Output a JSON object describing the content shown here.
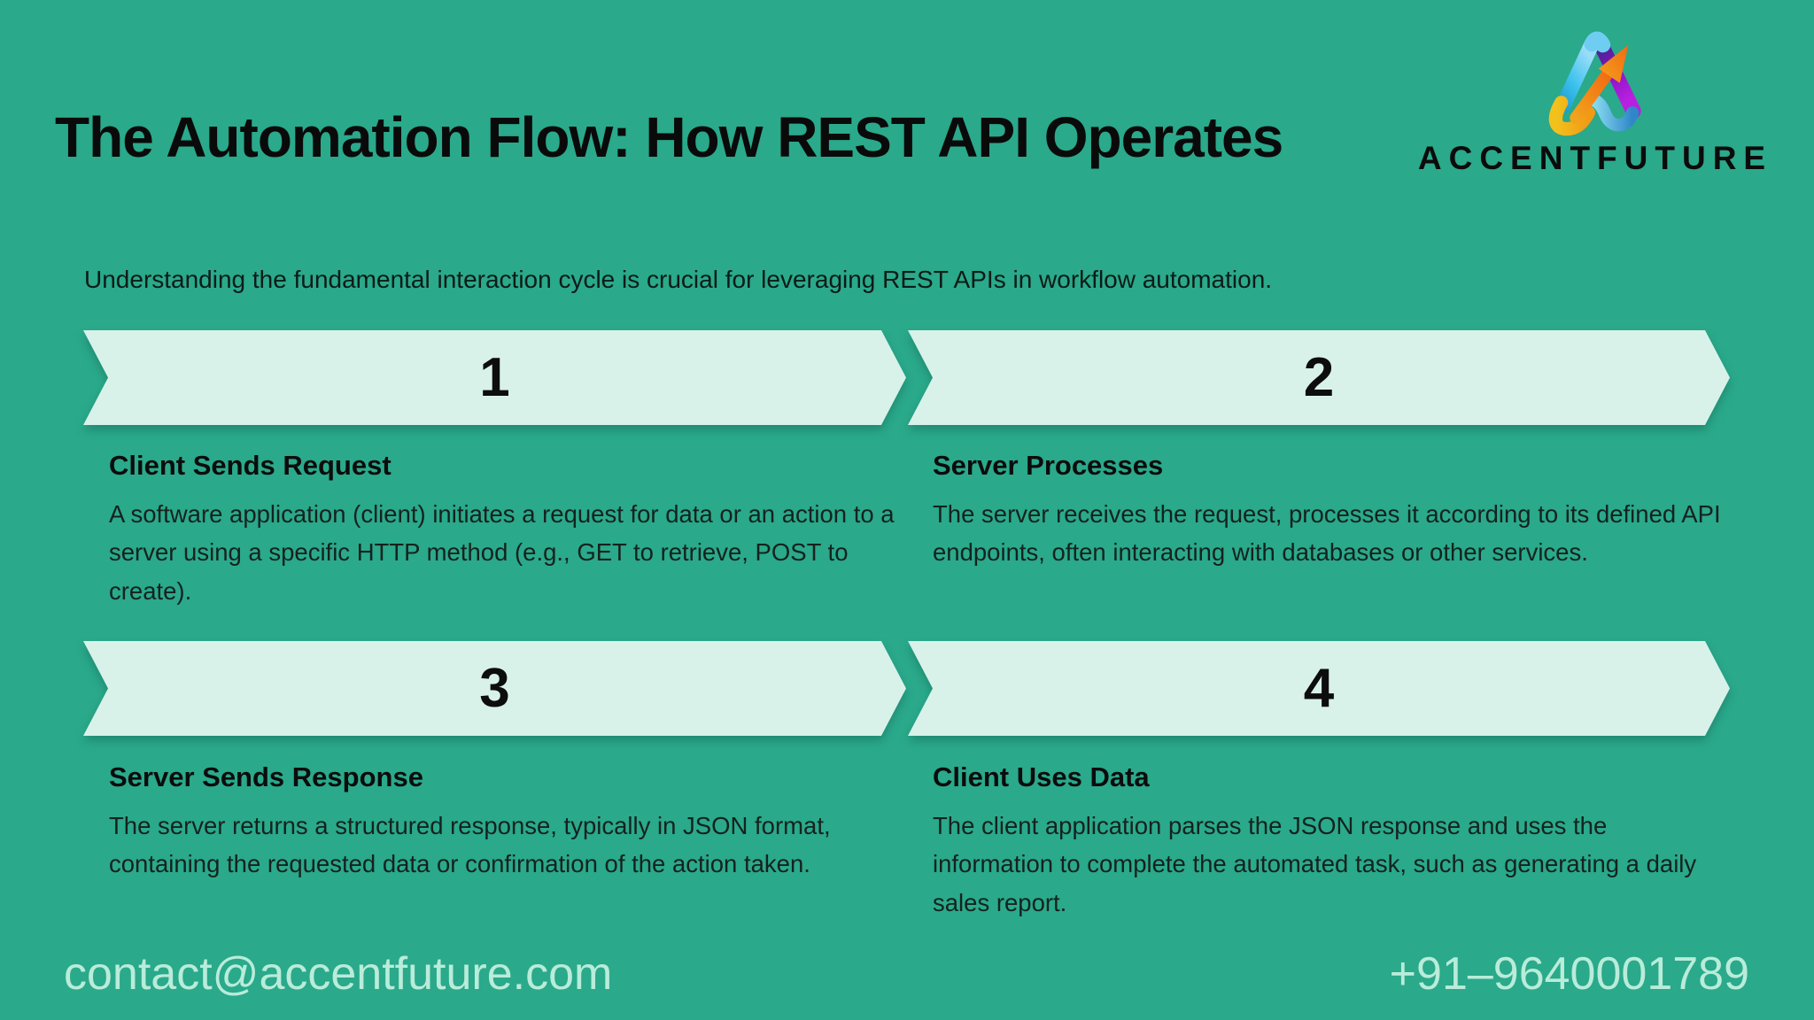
{
  "page": {
    "title": "The Automation Flow: How REST API Operates",
    "subtitle": "Understanding the fundamental interaction cycle is crucial for leveraging REST APIs in workflow automation."
  },
  "logo": {
    "brand": "ACCENTFUTURE",
    "icon": "accentfuture-a-arrow-logo"
  },
  "steps": [
    {
      "number": "1",
      "title": "Client Sends Request",
      "description": "A software application (client) initiates a request for data or an action to a server using a specific HTTP method (e.g., GET to retrieve, POST to create)."
    },
    {
      "number": "2",
      "title": "Server Processes",
      "description": "The server receives the request, processes it according to its defined API endpoints, often interacting with databases or other services."
    },
    {
      "number": "3",
      "title": "Server Sends Response",
      "description": "The server returns a structured response, typically in JSON format, containing the requested data or confirmation of the action taken."
    },
    {
      "number": "4",
      "title": "Client Uses Data",
      "description": "The client application parses the JSON response and uses the information to complete the automated task, such as generating a daily sales report."
    }
  ],
  "footer": {
    "email": "contact@accentfuture.com",
    "phone": "+91–9640001789"
  },
  "colors": {
    "background": "#2aa98b",
    "banner_fill": "#d8f2ea",
    "heading_text": "#0a0a0a",
    "body_text": "#15221e",
    "footer_text": "#b9ecd9",
    "logo_orange": "#f28118",
    "logo_yellow": "#f2b51c",
    "logo_blue": "#3fc3ee",
    "logo_purple": "#8a14c4"
  }
}
